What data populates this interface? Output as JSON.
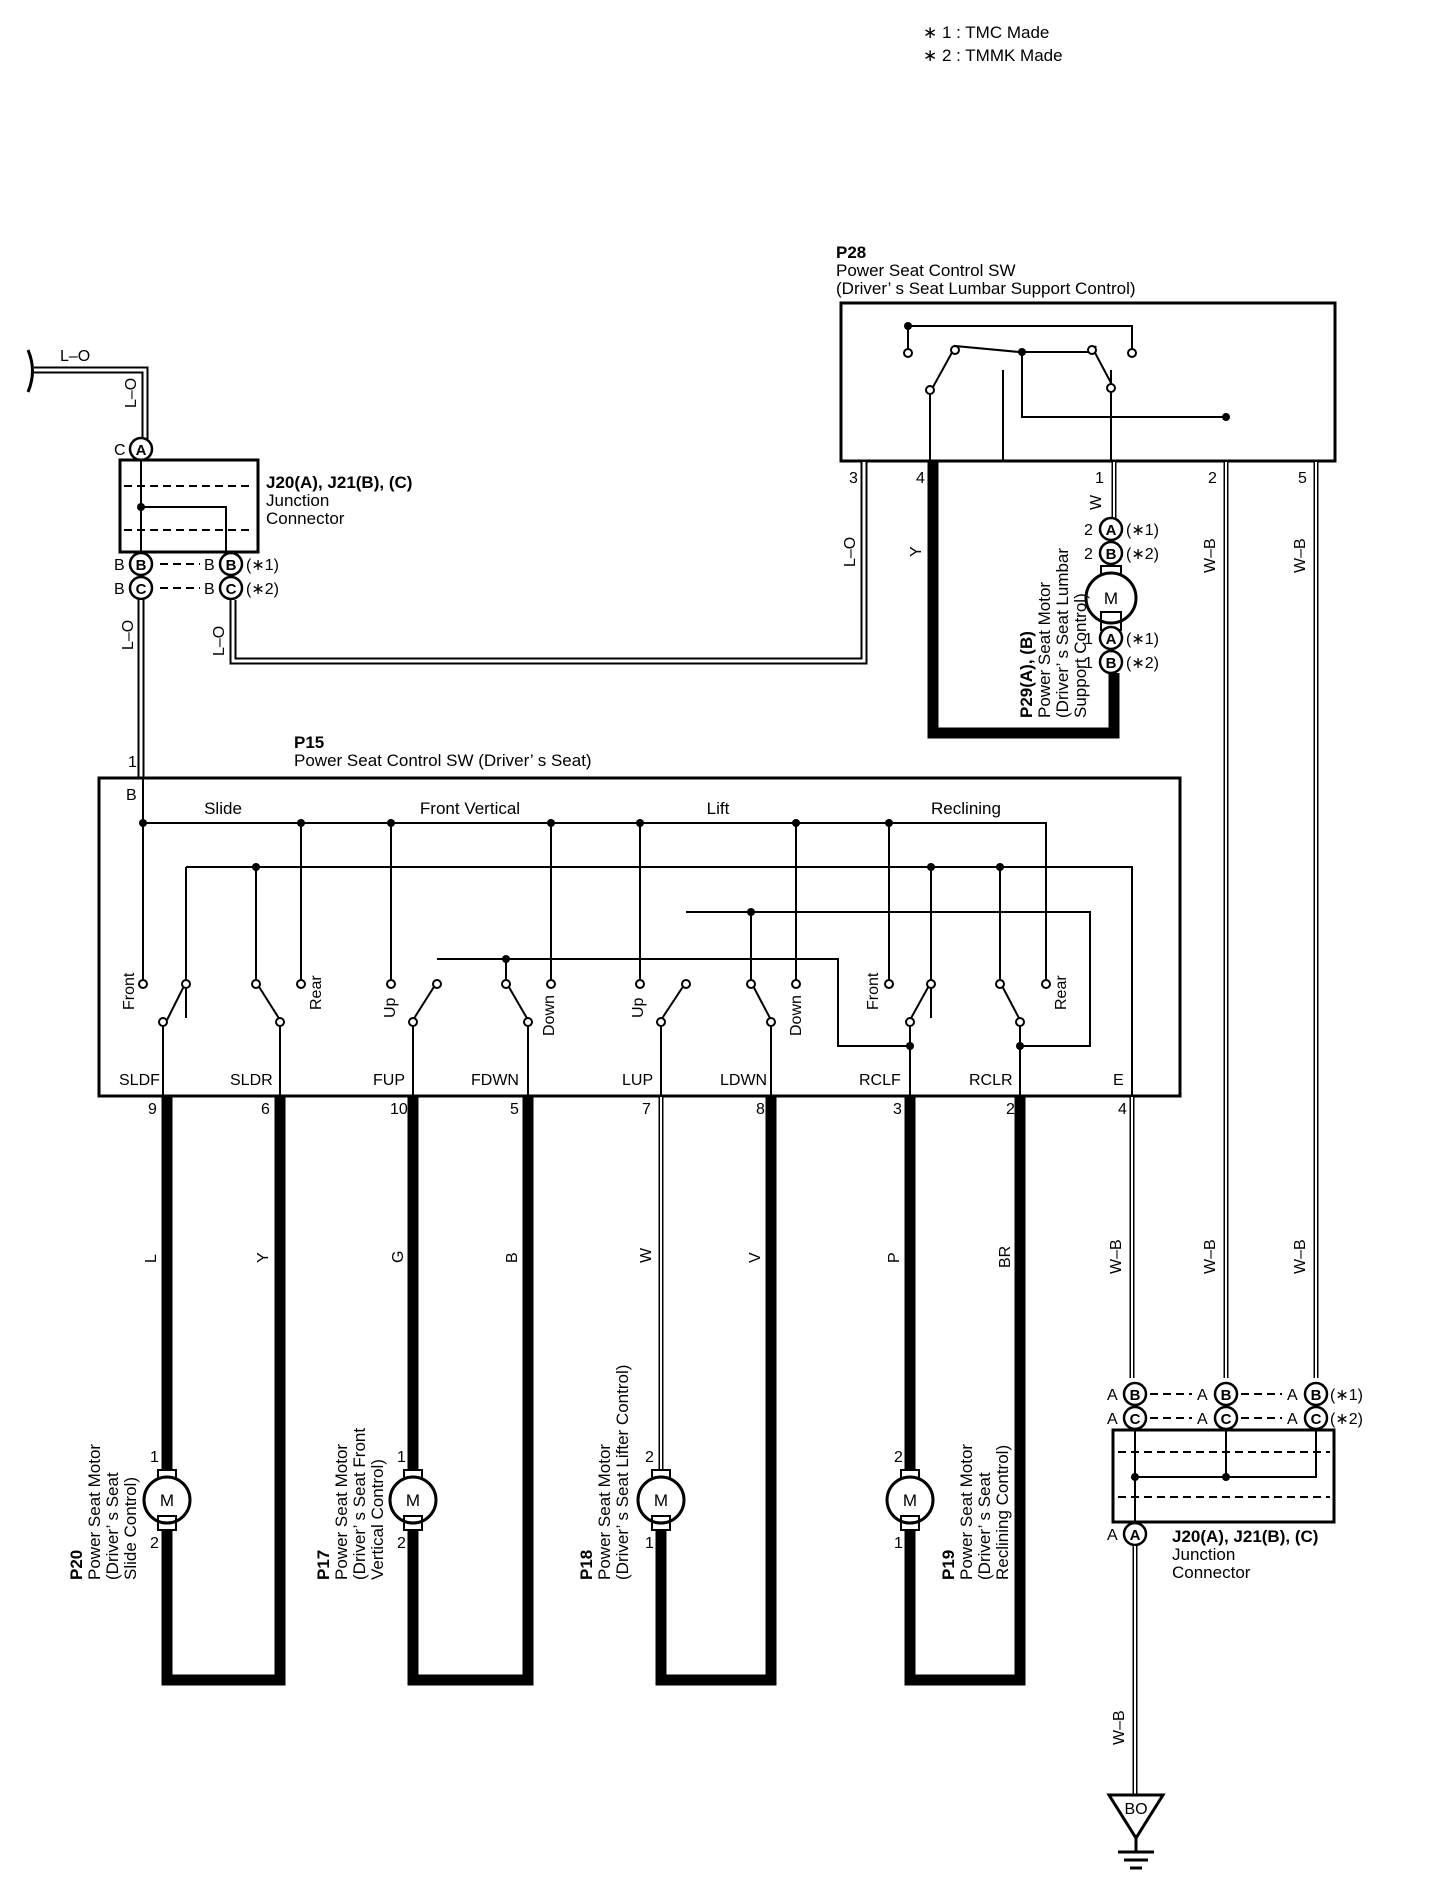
{
  "notes": {
    "n1": "∗ 1 : TMC Made",
    "n2": "∗ 2 : TMMK Made"
  },
  "p28": {
    "code": "P28",
    "name": "Power Seat Control SW",
    "desc": "(Driver’ s Seat Lumbar Support Control)",
    "pins": {
      "p3": "3",
      "p4": "4",
      "p1": "1",
      "p2": "2",
      "p5": "5"
    }
  },
  "p29": {
    "code": "P29(A), (B)",
    "l1": "Power Seat Motor",
    "l2": "(Driver’ s Seat Lumbar",
    "l3": "Support Control)",
    "m": "M",
    "p2": "2",
    "p1": "1",
    "cA": "A",
    "cB": "B",
    "s1": "(∗1)",
    "s2": "(∗2)"
  },
  "j_top": {
    "code": "J20(A), J21(B), (C)",
    "l1": "Junction",
    "l2": "Connector",
    "cLabel": "C",
    "cA": "A",
    "bLabel": "B",
    "cB": "B",
    "cC": "C",
    "s1": "(∗1)",
    "s2": "(∗2)"
  },
  "j_bot": {
    "code": "J20(A), J21(B), (C)",
    "l1": "Junction",
    "l2": "Connector",
    "aLabel": "A",
    "cA": "A",
    "cB": "B",
    "cC": "C",
    "s1": "(∗1)",
    "s2": "(∗2)"
  },
  "p15": {
    "code": "P15",
    "name": "Power Seat Control SW (Driver’ s Seat)",
    "pin1": "1",
    "b": "B",
    "groups": [
      "Slide",
      "Front Vertical",
      "Lift",
      "Reclining"
    ],
    "contacts": [
      "Front",
      "Rear",
      "Up",
      "Down",
      "Up",
      "Down",
      "Front",
      "Rear"
    ],
    "terminals": [
      "SLDF",
      "SLDR",
      "FUP",
      "FDWN",
      "LUP",
      "LDWN",
      "RCLF",
      "RCLR",
      "E"
    ],
    "pins": [
      "9",
      "6",
      "10",
      "5",
      "7",
      "8",
      "3",
      "2",
      "4"
    ]
  },
  "wires": {
    "lo": "L–O",
    "y": "Y",
    "w": "W",
    "wb": "W–B",
    "bottom": [
      "L",
      "Y",
      "G",
      "B",
      "W",
      "V",
      "P",
      "BR"
    ]
  },
  "motors": [
    {
      "code": "P20",
      "l1": "Power Seat Motor",
      "l2": "(Driver’ s Seat",
      "l3": "Slide Control)",
      "m": "M",
      "top": "1",
      "bot": "2"
    },
    {
      "code": "P17",
      "l1": "Power Seat Motor",
      "l2": "(Driver’ s Seat Front",
      "l3": "Vertical Control)",
      "m": "M",
      "top": "1",
      "bot": "2"
    },
    {
      "code": "P18",
      "l1": "Power Seat Motor",
      "l2": "(Driver’ s Seat Lifter Control)",
      "m": "M",
      "top": "2",
      "bot": "1"
    },
    {
      "code": "P19",
      "l1": "Power Seat Motor",
      "l2": "(Driver’ s Seat",
      "l3": "Reclining Control)",
      "m": "M",
      "top": "2",
      "bot": "1"
    }
  ],
  "ground": {
    "label": "BO"
  }
}
